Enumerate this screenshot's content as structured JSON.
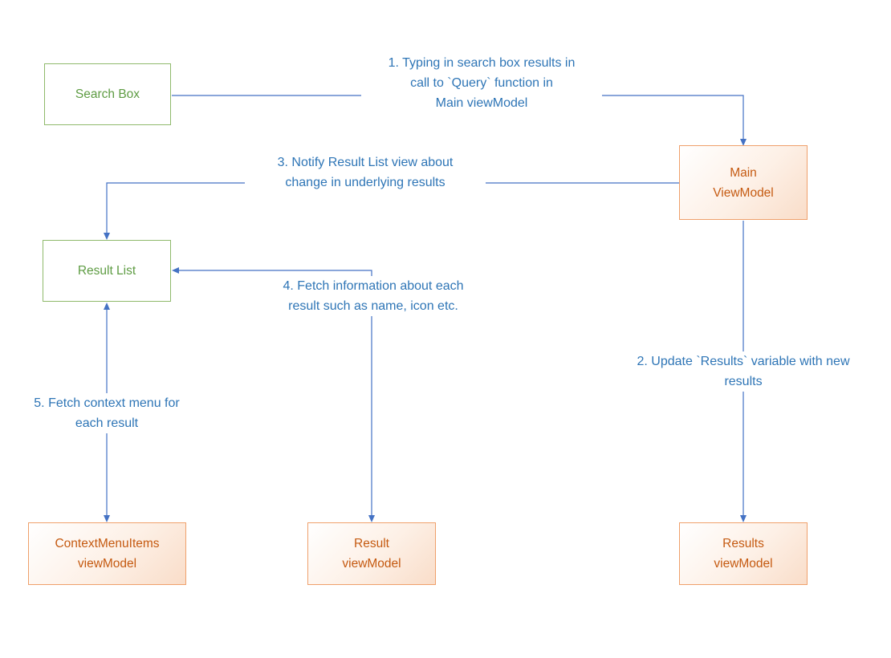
{
  "diagram": {
    "title": "Search MVVM data flow diagram",
    "nodes": {
      "search_box": {
        "label": "Search Box"
      },
      "main_viewmodel": {
        "label": "Main\nViewModel"
      },
      "result_list": {
        "label": "Result List"
      },
      "contextmenu_viewmodel": {
        "label": "ContextMenuItems\nviewModel"
      },
      "result_viewmodel": {
        "label": "Result\nviewModel"
      },
      "results_viewmodel": {
        "label": "Results\nviewModel"
      }
    },
    "labels": {
      "step1": "1. Typing in search box results in\ncall to `Query` function in\nMain viewModel",
      "step2": "2. Update `Results` variable with new\nresults",
      "step3": "3. Notify Result List view about\nchange in underlying results",
      "step4": "4. Fetch information about each\nresult such as name, icon etc.",
      "step5": "5. Fetch context menu for\neach result"
    },
    "colors": {
      "arrow": "#4472C4",
      "label_text": "#2E75B6",
      "green_border": "#8FB96B",
      "green_text": "#5E9C43",
      "orange_border": "#EFA06B",
      "orange_text": "#C55A11",
      "orange_fill_gradient_end": "#F9DDC9"
    }
  }
}
